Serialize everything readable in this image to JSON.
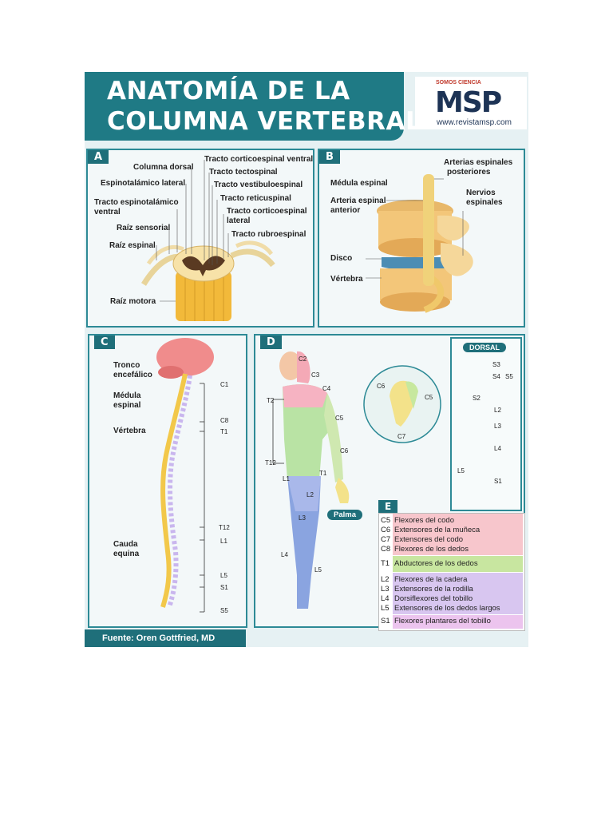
{
  "title": {
    "line1": "ANATOMÍA DE LA",
    "line2": "COLUMNA VERTEBRAL"
  },
  "logo": {
    "tagline": "SOMOS CIENCIA",
    "brand": "MSP",
    "url": "www.revistamsp.com"
  },
  "panel_a": {
    "tag": "A",
    "labels": {
      "corticoespinal_ventral": "Tracto corticoespinal ventral",
      "columna_dorsal": "Columna dorsal",
      "tectospinal": "Tracto tectospinal",
      "espinotalamico_lateral": "Espinotalámico lateral",
      "vestibuloespinal": "Tracto vestibuloespinal",
      "espinotalamico_ventral_1": "Tracto espinotalámico",
      "espinotalamico_ventral_2": "ventral",
      "reticuspinal": "Tracto reticuspinal",
      "corticoespinal_lateral_1": "Tracto corticoespinal",
      "corticoespinal_lateral_2": "lateral",
      "raiz_sensorial": "Raíz sensorial",
      "rubroespinal": "Tracto rubroespinal",
      "raiz_espinal": "Raíz espinal",
      "raiz_motora": "Raíz motora"
    }
  },
  "panel_b": {
    "tag": "B",
    "labels": {
      "arterias_1": "Arterias espinales",
      "arterias_2": "posteriores",
      "medula": "Médula espinal",
      "nervios_1": "Nervios",
      "nervios_2": "espinales",
      "arteria_ant_1": "Arteria espinal",
      "arteria_ant_2": "anterior",
      "disco": "Disco",
      "vertebra": "Vértebra"
    }
  },
  "panel_c": {
    "tag": "C",
    "labels": {
      "tronco_1": "Tronco",
      "tronco_2": "encefálico",
      "medula_1": "Médula",
      "medula_2": "espinal",
      "vertebra": "Vértebra",
      "cauda_1": "Cauda",
      "cauda_2": "equina"
    },
    "segments": [
      "C1",
      "C8",
      "T1",
      "T12",
      "L1",
      "L5",
      "S1",
      "S5"
    ]
  },
  "panel_d": {
    "tag": "D",
    "front_labels": [
      "C2",
      "C3",
      "C4",
      "T2",
      "C5",
      "C6",
      "T12",
      "T1",
      "L1",
      "L2",
      "L3",
      "L4",
      "L5"
    ],
    "hand_labels": [
      "C6",
      "C5",
      "C7"
    ],
    "palm": "Palma",
    "dorsal_title": "DORSAL",
    "dorsal_labels": [
      "S3",
      "S4",
      "S5",
      "S2",
      "L2",
      "L3",
      "L4",
      "L5",
      "S1"
    ]
  },
  "panel_e": {
    "tag": "E",
    "groups": [
      {
        "color": "#f7c6cc",
        "rows": [
          {
            "code": "C5",
            "text": "Flexores del codo"
          },
          {
            "code": "C6",
            "text": "Extensores de la muñeca"
          },
          {
            "code": "C7",
            "text": "Extensores del codo"
          },
          {
            "code": "C8",
            "text": "Flexores de los dedos"
          }
        ]
      },
      {
        "color": "#c8e6a0",
        "rows": [
          {
            "code": "T1",
            "text": "Abductores de los dedos"
          }
        ]
      },
      {
        "color": "#d8c6f0",
        "rows": [
          {
            "code": "L2",
            "text": "Flexores de la cadera"
          },
          {
            "code": "L3",
            "text": "Extensores de la rodilla"
          },
          {
            "code": "L4",
            "text": "Dorsiflexores del tobillo"
          },
          {
            "code": "L5",
            "text": "Extensores de los dedos largos"
          }
        ]
      },
      {
        "color": "#ecc4ee",
        "rows": [
          {
            "code": "S1",
            "text": "Flexores plantares del tobillo"
          }
        ]
      }
    ]
  },
  "source": "Fuente: Oren Gottfried, MD",
  "colors": {
    "teal": "#1f7a85",
    "panel_border": "#2d8a96",
    "cord": "#f5c04a",
    "brain": "#f08c8c"
  }
}
